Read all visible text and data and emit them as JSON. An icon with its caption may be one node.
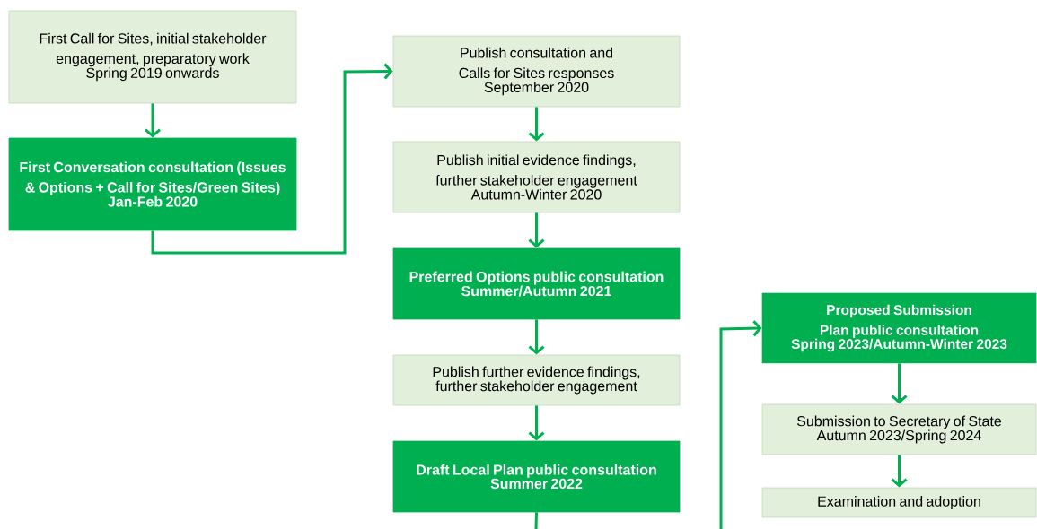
{
  "diagram": {
    "nodes": [
      {
        "text": [
          "First Call for Sites, initial stakeholder engagement, preparatory work",
          "Spring 2019 onwards"
        ]
      },
      {
        "text": [
          "First Conversation consultation (Issues & Options + Call for Sites/Green Sites)",
          "Jan-Feb 2020"
        ]
      },
      {
        "text": [
          "Publish consultation and Calls for Sites responses",
          "September 2020"
        ]
      },
      {
        "text": [
          "Publish initial evidence findings, further stakeholder engagement",
          "Autumn-Winter 2020"
        ]
      },
      {
        "text": [
          "Preferred Options public consultation",
          "Summer/Autumn 2021"
        ]
      },
      {
        "text": [
          "Publish further evidence findings, further stakeholder engagement"
        ]
      },
      {
        "text": [
          "Draft Local Plan public consultation",
          "Summer 2022"
        ]
      },
      {
        "text": [
          "Proposed Submission Plan public consultation",
          "Spring 2023/Autumn-Winter 2023"
        ]
      },
      {
        "text": [
          "Submission to Secretary of State",
          "Autumn 2023/Spring 2024"
        ]
      },
      {
        "text": [
          "Examination and adoption"
        ]
      }
    ],
    "edges": [
      {
        "from": 0,
        "to": 1,
        "arrow": "to"
      },
      {
        "from": 1,
        "to": 2,
        "arrow": "to"
      },
      {
        "from": 2,
        "to": 3,
        "arrow": "to"
      },
      {
        "from": 3,
        "to": 4,
        "arrow": "to"
      },
      {
        "from": 4,
        "to": 5,
        "arrow": "to"
      },
      {
        "from": 5,
        "to": 6,
        "arrow": "to"
      },
      {
        "from": 6,
        "to": null,
        "arrow": "none"
      },
      {
        "from": null,
        "to": 7,
        "arrow": "to"
      },
      {
        "from": 7,
        "to": 8,
        "arrow": "to"
      },
      {
        "from": 8,
        "to": 9,
        "arrow": "to"
      }
    ]
  }
}
